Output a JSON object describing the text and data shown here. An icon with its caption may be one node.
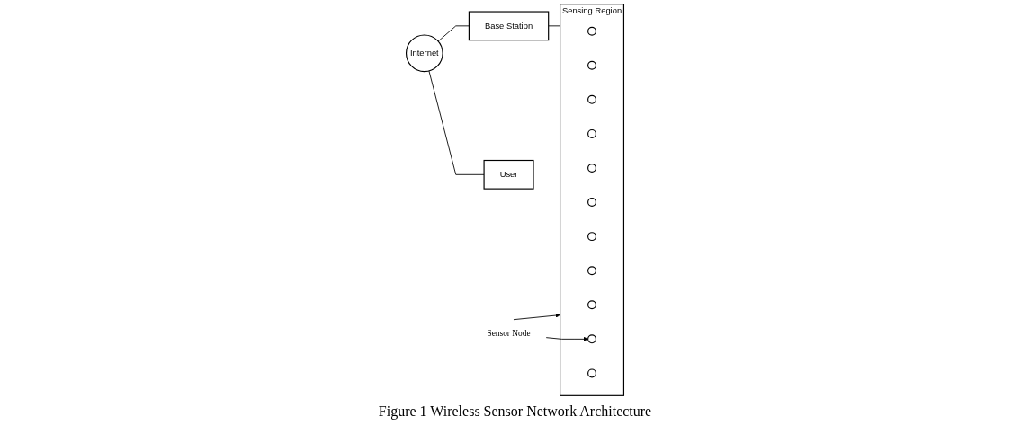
{
  "diagram": {
    "caption": "Figure 1 Wireless Sensor Network Architecture",
    "nodes": [
      {
        "text": [
          "Internet"
        ]
      },
      {
        "text": [
          "Base Station"
        ]
      },
      {
        "text": [
          "User"
        ]
      },
      {
        "text": [
          "Sensing Region"
        ]
      },
      {
        "text": [],
        "shape": "ellipse",
        "in": 3
      },
      {
        "text": [],
        "shape": "ellipse",
        "in": 3
      },
      {
        "text": [],
        "shape": "ellipse",
        "in": 3
      },
      {
        "text": [],
        "shape": "ellipse",
        "in": 3
      },
      {
        "text": [],
        "shape": "ellipse",
        "in": 3
      },
      {
        "text": [],
        "shape": "ellipse",
        "in": 3
      },
      {
        "text": [],
        "shape": "ellipse",
        "in": 3
      },
      {
        "text": [],
        "shape": "ellipse",
        "in": 3
      },
      {
        "text": [],
        "shape": "ellipse",
        "in": 3
      },
      {
        "text": [],
        "shape": "ellipse",
        "in": 3
      },
      {
        "text": [],
        "shape": "ellipse",
        "in": 3
      },
      {
        "text": [
          "Sensor Node"
        ]
      }
    ],
    "edges": [
      {
        "from": 0,
        "to": 1,
        "arrow": "none"
      },
      {
        "from": 0,
        "to": 2,
        "arrow": "none"
      },
      {
        "from": 1,
        "to": 3,
        "arrow": "none"
      },
      {
        "from": 15,
        "to": 13,
        "arrow": "to"
      },
      {
        "from": 15,
        "to": 3,
        "arrow": "to"
      }
    ]
  }
}
